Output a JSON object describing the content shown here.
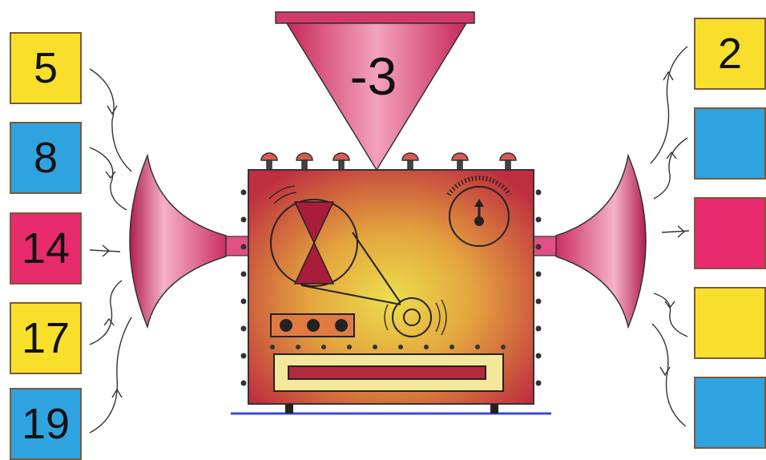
{
  "colors": {
    "yellow": "#f7df2c",
    "blue": "#2fa3df",
    "magenta": "#e82b6c",
    "machine_red": "#c73b40",
    "machine_glow": "#e8d34a",
    "horn_pink": "#d83a6e"
  },
  "operation": {
    "label": "-3"
  },
  "inputs": [
    {
      "value": "5",
      "color": "yellow"
    },
    {
      "value": "8",
      "color": "blue"
    },
    {
      "value": "14",
      "color": "magenta"
    },
    {
      "value": "17",
      "color": "yellow"
    },
    {
      "value": "19",
      "color": "blue"
    }
  ],
  "outputs": [
    {
      "value": "2",
      "color": "yellow"
    },
    {
      "value": "",
      "color": "blue"
    },
    {
      "value": "",
      "color": "magenta"
    },
    {
      "value": "",
      "color": "yellow"
    },
    {
      "value": "",
      "color": "blue"
    }
  ]
}
